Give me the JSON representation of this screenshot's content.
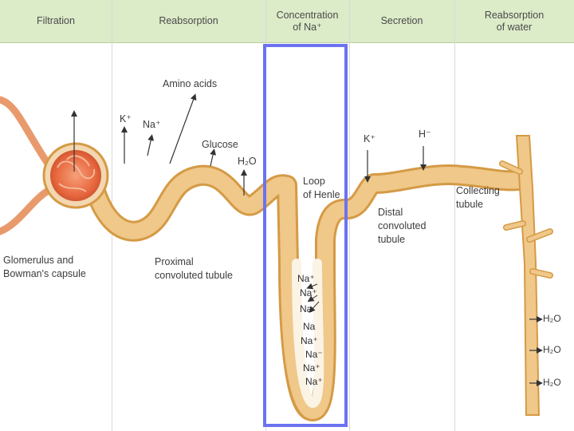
{
  "columns": {
    "filtration": "Filtration",
    "reabsorption": "Reabsorption",
    "concentration": "Concentration\nof Na⁺",
    "secretion": "Secretion",
    "water": "Reabsorption\nof water"
  },
  "labels": {
    "amino_acids": "Amino acids",
    "k_plus": "K⁺",
    "na_plus": "Na⁺",
    "glucose": "Glucose",
    "h2o": "H₂O",
    "glomerulus": "Glomerulus and\nBowman's capsule",
    "proximal": "Proximal\nconvoluted tubule",
    "loop": "Loop\nof Henle",
    "k_secreted": "K⁺",
    "h_secreted": "H⁻",
    "distal": "Distal\nconvoluted\ntubule",
    "collecting": "Collecting\ntubule"
  },
  "sodium_labels": [
    "Na⁺",
    "Na⁺",
    "Na",
    "Na",
    "Na⁺",
    "Na⁻",
    "Na⁺",
    "Na⁺"
  ],
  "water_labels": [
    "H₂O",
    "H₂O",
    "H₂O"
  ],
  "colors": {
    "header": "#dcebc8",
    "tubule_fill": "#efc88a",
    "tubule_edge": "#d59a45",
    "glomerulus": "#e8683f",
    "highlight": "#6b73f0"
  }
}
